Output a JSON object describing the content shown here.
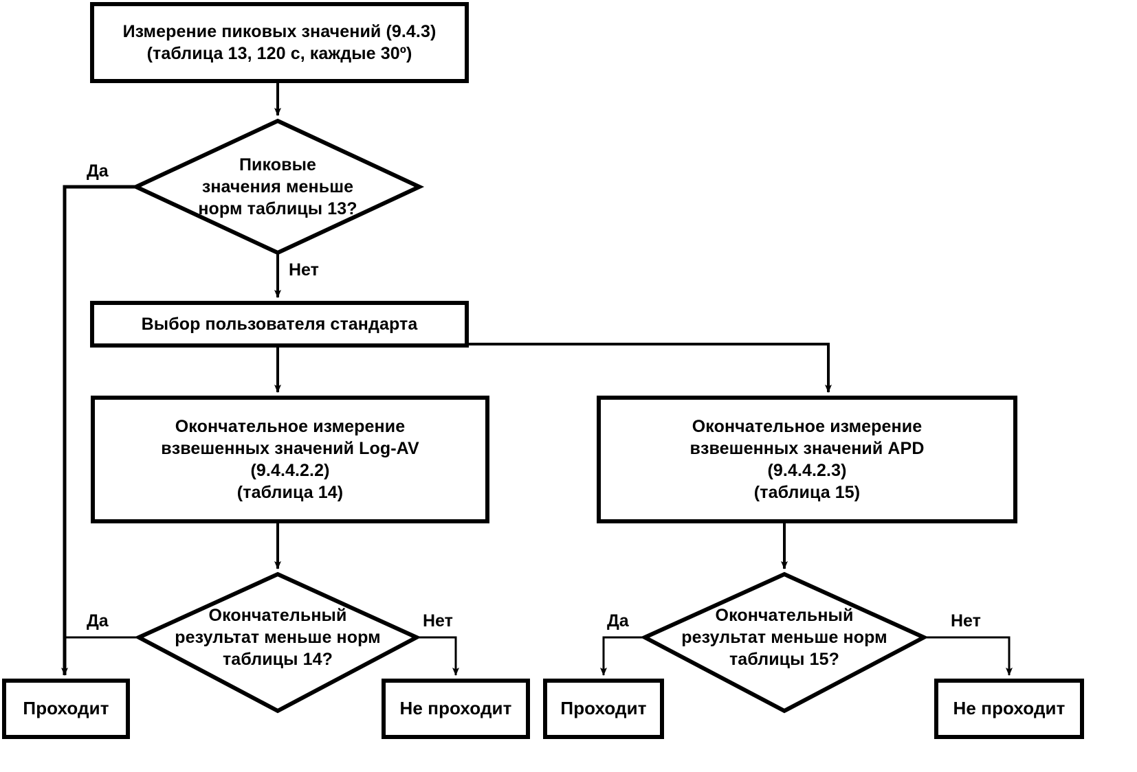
{
  "diagram": {
    "title": "",
    "colors": {
      "stroke": "#000000",
      "fill": "#ffffff",
      "text": "#000000"
    },
    "nodes": {
      "peak_measurement": {
        "shape": "process",
        "lines": [
          "Измерение пиковых значений (9.4.3)",
          "(таблица 13, 120 с, каждые 30º)"
        ]
      },
      "peak_decision": {
        "shape": "decision",
        "lines": [
          "Пиковые",
          "значения меньше",
          "норм таблицы 13?"
        ]
      },
      "user_choice": {
        "shape": "process",
        "lines": [
          "Выбор пользователя стандарта"
        ]
      },
      "logav_measurement": {
        "shape": "process",
        "lines": [
          "Окончательное измерение",
          "взвешенных значений Log-AV",
          "(9.4.4.2.2)",
          "(таблица 14)"
        ]
      },
      "apd_measurement": {
        "shape": "process",
        "lines": [
          "Окончательное измерение",
          "взвешенных значений APD",
          "(9.4.4.2.3)",
          "(таблица 15)"
        ]
      },
      "logav_decision": {
        "shape": "decision",
        "lines": [
          "Окончательный",
          "результат меньше норм",
          "таблицы 14?"
        ]
      },
      "apd_decision": {
        "shape": "decision",
        "lines": [
          "Окончательный",
          "результат меньше норм",
          "таблицы 15?"
        ]
      },
      "pass_left": {
        "shape": "terminal",
        "lines": [
          "Проходит"
        ]
      },
      "fail_left": {
        "shape": "terminal",
        "lines": [
          "Не проходит"
        ]
      },
      "pass_right": {
        "shape": "terminal",
        "lines": [
          "Проходит"
        ]
      },
      "fail_right": {
        "shape": "terminal",
        "lines": [
          "Не проходит"
        ]
      }
    },
    "edge_labels": {
      "peak_yes": "Да",
      "peak_no": "Нет",
      "logav_yes": "Да",
      "logav_no": "Нет",
      "apd_yes": "Да",
      "apd_no": "Нет"
    }
  }
}
